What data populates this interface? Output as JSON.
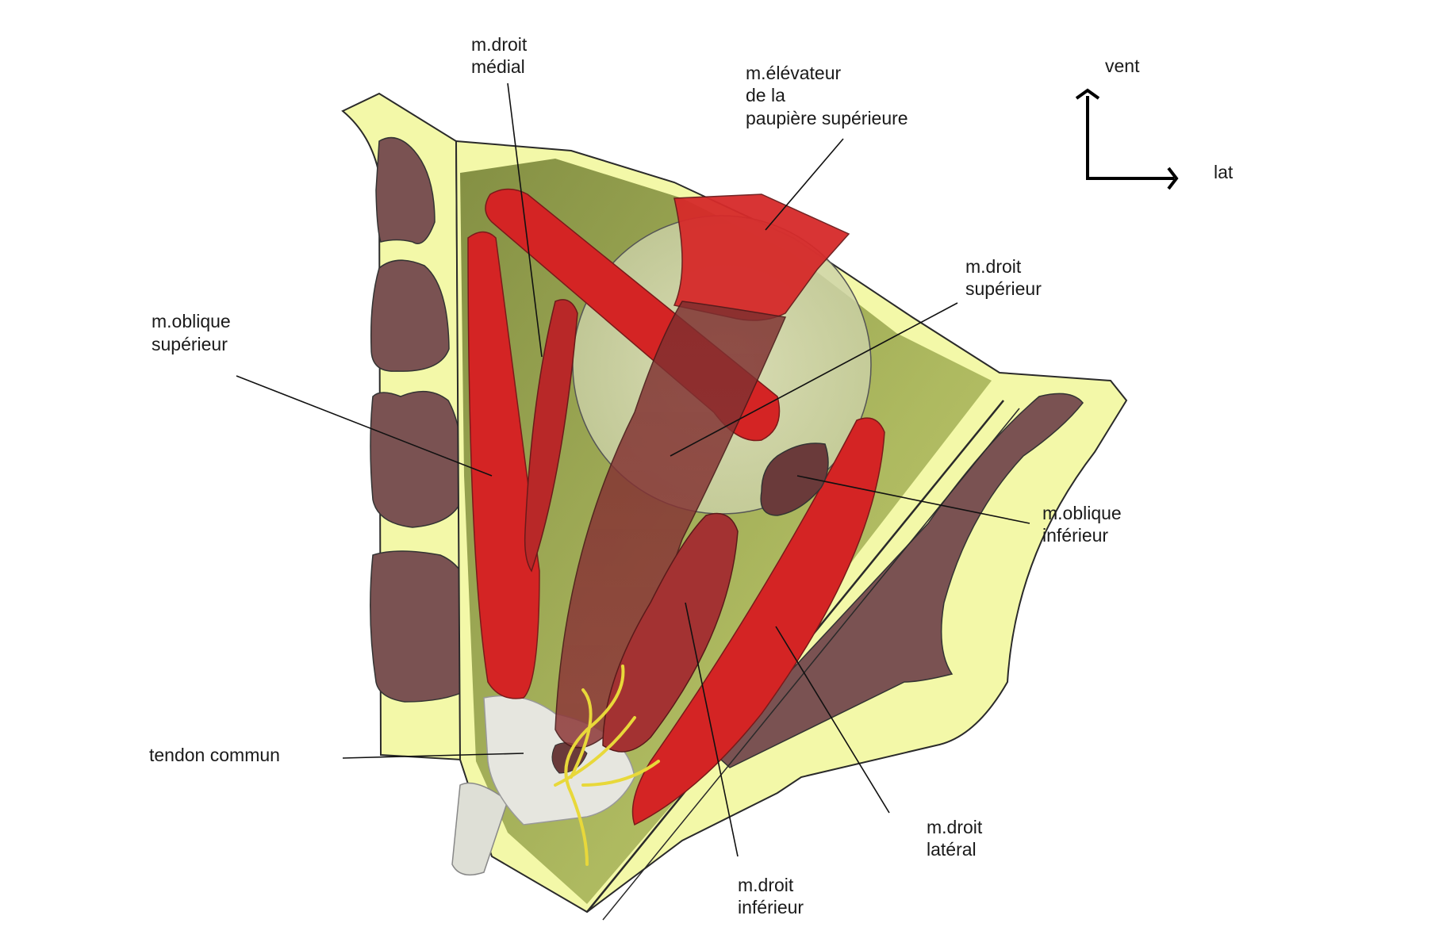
{
  "labels": {
    "droit_medial": [
      "m.droit",
      "médial"
    ],
    "elevateur": [
      "m.élévateur",
      "de la",
      "paupière supérieure"
    ],
    "droit_superieur": [
      "m.droit",
      "supérieur"
    ],
    "oblique_superieur": [
      "m.oblique",
      "supérieur"
    ],
    "oblique_inferieur": [
      "m.oblique",
      "inférieur"
    ],
    "tendon_commun": [
      "tendon commun"
    ],
    "droit_lateral": [
      "m.droit",
      "latéral"
    ],
    "droit_inferieur": [
      "m.droit",
      "inférieur"
    ]
  },
  "orientation": {
    "up": "vent",
    "right": "lat"
  },
  "colors": {
    "bone": "#f3f8a8",
    "sinus": "#7a5252",
    "muscle": "#d42424",
    "muscle_dark": "#8e3434",
    "orbit_fat": "#9ba454",
    "tendon": "#e2e2dc",
    "nerve": "#e8d83a"
  }
}
